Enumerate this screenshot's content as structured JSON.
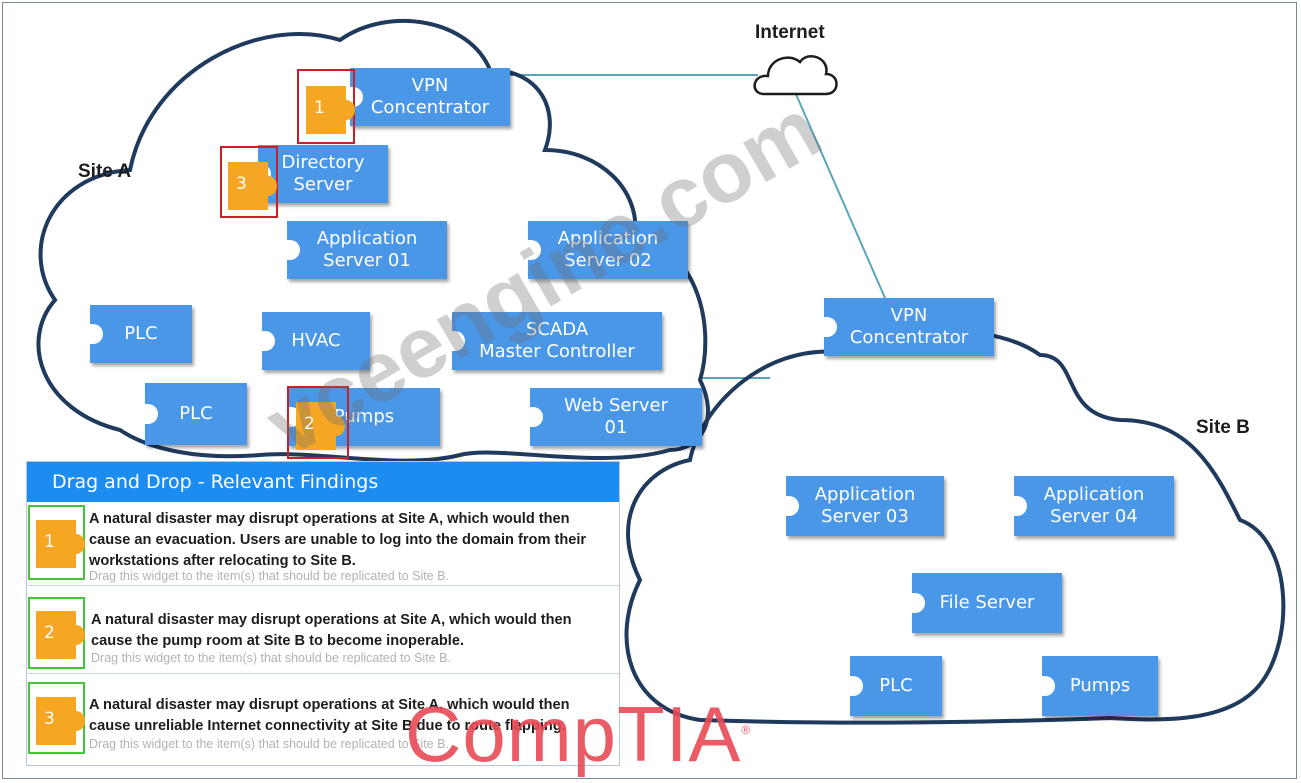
{
  "internet_label": "Internet",
  "site_a": {
    "label": "Site A",
    "nodes": {
      "vpn": "VPN\nConcentrator",
      "directory": "Directory\nServer",
      "app01": "Application\nServer 01",
      "app02": "Application\nServer 02",
      "plc1": "PLC",
      "hvac": "HVAC",
      "scada": "SCADA\nMaster Controller",
      "plc2": "PLC",
      "pumps": "Pumps",
      "web": "Web Server\n01"
    },
    "placed_badges": {
      "vpn": "1",
      "directory": "3",
      "pumps": "2"
    }
  },
  "site_b": {
    "label": "Site B",
    "nodes": {
      "vpn": "VPN\nConcentrator",
      "app03": "Application\nServer 03",
      "app04": "Application\nServer 04",
      "file": "File Server",
      "plc": "PLC",
      "pumps": "Pumps"
    }
  },
  "panel": {
    "title": "Drag and Drop - Relevant Findings",
    "findings": [
      {
        "number": "1",
        "text": "A natural disaster may disrupt operations at Site A, which would then cause an evacuation. Users are unable to log into the domain from their workstations after relocating to Site B.",
        "hint": "Drag this widget to the item(s) that should be replicated to Site B."
      },
      {
        "number": "2",
        "text": "A natural disaster may disrupt operations at Site A, which would then cause the pump room at Site B to become inoperable.",
        "hint": "Drag this widget to the item(s) that should be replicated to Site B."
      },
      {
        "number": "3",
        "text": "A natural disaster may disrupt operations at Site A, which would then cause unreliable Internet connectivity at Site B due to route flapping.",
        "hint": "Drag this widget to the item(s) that should be replicated to Site B."
      }
    ]
  },
  "watermark": "vceengine.com",
  "logo": "CompTIA",
  "colors": {
    "node_blue": "#4a97e8",
    "panel_header": "#1d8cf0",
    "badge_orange": "#f5a623",
    "placed_border": "#c8202a",
    "palette_border": "#44c638",
    "cloud_outline": "#1f3a5c",
    "link_line": "#5aa6b8"
  }
}
